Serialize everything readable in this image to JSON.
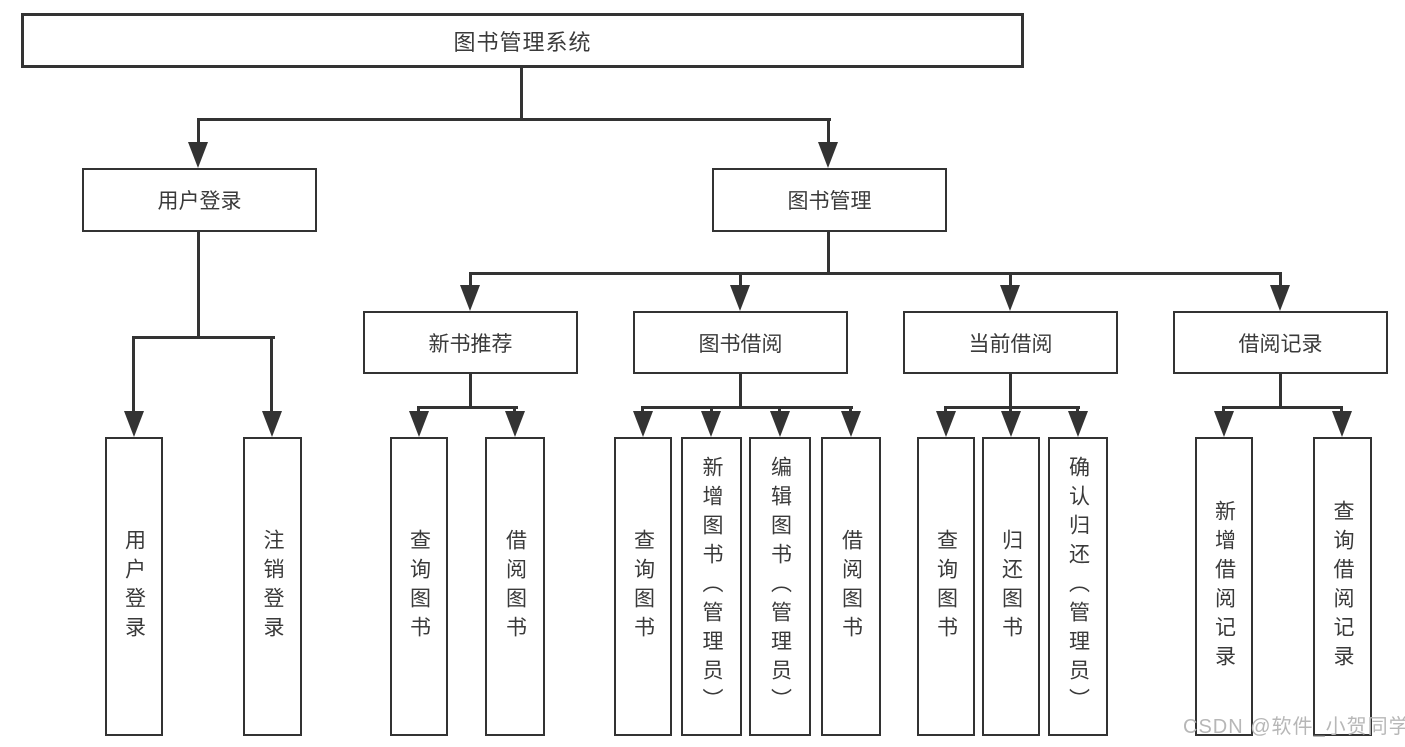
{
  "tree": {
    "root": "图书管理系统",
    "children": [
      {
        "label": "用户登录",
        "children": [
          "用户登录",
          "注销登录"
        ]
      },
      {
        "label": "图书管理",
        "children": [
          {
            "label": "新书推荐",
            "children": [
              "查询图书",
              "借阅图书"
            ]
          },
          {
            "label": "图书借阅",
            "children": [
              "查询图书",
              "新增图书（管理员）",
              "编辑图书（管理员）",
              "借阅图书"
            ]
          },
          {
            "label": "当前借阅",
            "children": [
              "查询图书",
              "归还图书",
              "确认归还（管理员）"
            ]
          },
          {
            "label": "借阅记录",
            "children": [
              "新增借阅记录",
              "查询借阅记录"
            ]
          }
        ]
      }
    ]
  },
  "watermark": "CSDN @软件_小贺同学",
  "colors": {
    "line": "#333333",
    "box_border": "#333333",
    "text": "#3a3a3a",
    "background": "#ffffff",
    "watermark": "#b7b7b7"
  }
}
